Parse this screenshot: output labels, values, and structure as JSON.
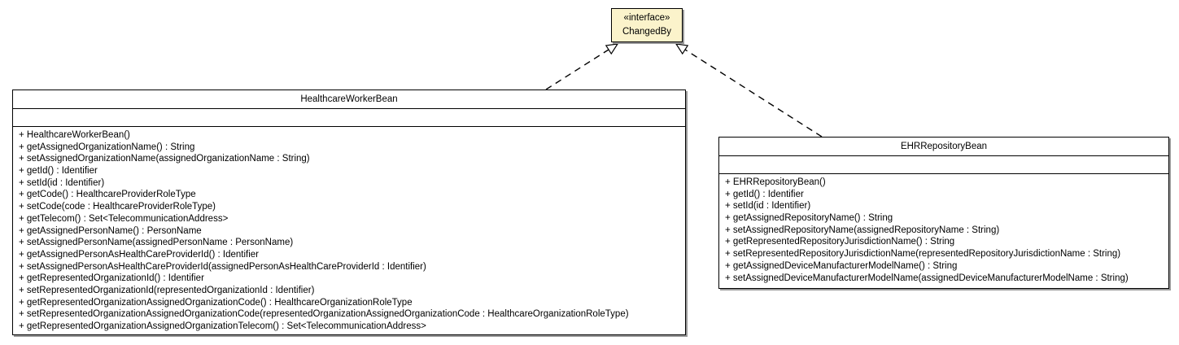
{
  "diagram": {
    "kind": "uml-class-diagram",
    "interface": {
      "stereotype": "«interface»",
      "name": "ChangedBy",
      "fill": "#FBF3CB",
      "border": "#000000"
    },
    "classes": [
      {
        "name": "HealthcareWorkerBean",
        "attributes": [],
        "methods": [
          "+ HealthcareWorkerBean()",
          "+ getAssignedOrganizationName() : String",
          "+ setAssignedOrganizationName(assignedOrganizationName : String)",
          "+ getId() : Identifier",
          "+ setId(id : Identifier)",
          "+ getCode() : HealthcareProviderRoleType",
          "+ setCode(code : HealthcareProviderRoleType)",
          "+ getTelecom() : Set<TelecommunicationAddress>",
          "+ getAssignedPersonName() : PersonName",
          "+ setAssignedPersonName(assignedPersonName : PersonName)",
          "+ getAssignedPersonAsHealthCareProviderId() : Identifier",
          "+ setAssignedPersonAsHealthCareProviderId(assignedPersonAsHealthCareProviderId : Identifier)",
          "+ getRepresentedOrganizationId() : Identifier",
          "+ setRepresentedOrganizationId(representedOrganizationId : Identifier)",
          "+ getRepresentedOrganizationAssignedOrganizationCode() : HealthcareOrganizationRoleType",
          "+ setRepresentedOrganizationAssignedOrganizationCode(representedOrganizationAssignedOrganizationCode : HealthcareOrganizationRoleType)",
          "+ getRepresentedOrganizationAssignedOrganizationTelecom() : Set<TelecommunicationAddress>"
        ]
      },
      {
        "name": "EHRRepositoryBean",
        "attributes": [],
        "methods": [
          "+ EHRRepositoryBean()",
          "+ getId() : Identifier",
          "+ setId(id : Identifier)",
          "+ getAssignedRepositoryName() : String",
          "+ setAssignedRepositoryName(assignedRepositoryName : String)",
          "+ getRepresentedRepositoryJurisdictionName() : String",
          "+ setRepresentedRepositoryJurisdictionName(representedRepositoryJurisdictionName : String)",
          "+ getAssignedDeviceManufacturerModelName() : String",
          "+ setAssignedDeviceManufacturerModelName(assignedDeviceManufacturerModelName : String)"
        ]
      }
    ],
    "relations": [
      {
        "type": "realization",
        "from": "HealthcareWorkerBean",
        "to": "ChangedBy",
        "line_style": "dashed",
        "arrowhead": "hollow-triangle"
      },
      {
        "type": "realization",
        "from": "EHRRepositoryBean",
        "to": "ChangedBy",
        "line_style": "dashed",
        "arrowhead": "hollow-triangle"
      }
    ]
  }
}
